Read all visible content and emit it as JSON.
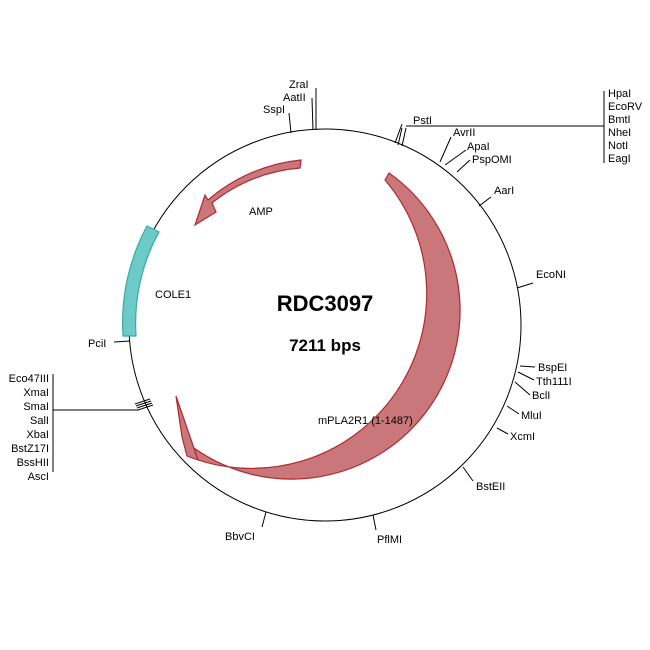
{
  "plasmid": {
    "name": "RDC3097",
    "size_label": "7211 bps"
  },
  "colors": {
    "backbone": "#000000",
    "cds_fill": "#c9777b",
    "cds_stroke": "#b02a30",
    "ori_fill": "#6ccac8",
    "ori_stroke": "#3aa9a5"
  },
  "features": {
    "amp": "AMP",
    "cole1": "COLE1",
    "mpla2r1": "mPLA2R1 (1-1487)"
  },
  "sites": {
    "zral": "ZraI",
    "aatii": "AatII",
    "sspi": "SspI",
    "psti": "PstI",
    "hpai": "HpaI",
    "ecorv": "EcoRV",
    "bmti": "BmtI",
    "nhei": "NheI",
    "noti": "NotI",
    "eagi": "EagI",
    "avrii": "AvrII",
    "apai": "ApaI",
    "pspomi": "PspOMI",
    "aari": "AarI",
    "econi": "EcoNI",
    "bspei": "BspEI",
    "tth111i": "Tth111I",
    "bcli": "BclI",
    "mlui": "MluI",
    "xcmi": "XcmI",
    "bsteii": "BstEII",
    "pflmi": "PflMI",
    "bbvci": "BbvCI",
    "pcii": "PciI",
    "eco47iii": "Eco47III",
    "xmai": "XmaI",
    "smai": "SmaI",
    "sali": "SalI",
    "xbai": "XbaI",
    "bstz17i": "BstZ17I",
    "bsshii": "BssHII",
    "asci": "AscI"
  }
}
